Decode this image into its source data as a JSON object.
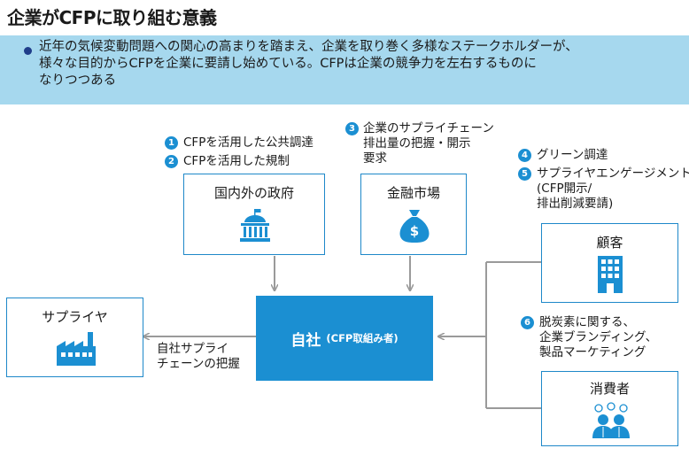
{
  "title": "企業がCFPに取り組む意義",
  "banner": {
    "line1": "近年の気候変動問題への関心の高まりを踏まえ、企業を取り巻く多様なステークホルダーが、",
    "line2": "様々な目的からCFPを企業に要請し始めている。CFPは企業の競争力を左右するものに",
    "line3": "なりつつある"
  },
  "notes": {
    "n1": {
      "num": "1",
      "text": "CFPを活用した公共調達"
    },
    "n2": {
      "num": "2",
      "text": "CFPを活用した規制"
    },
    "n3": {
      "num": "3",
      "line1": "企業のサプライチェーン",
      "line2": "排出量の把握・開示",
      "line3": "要求"
    },
    "n4": {
      "num": "4",
      "text": "グリーン調達"
    },
    "n5": {
      "num": "5",
      "line1": "サプライヤエンゲージメント",
      "line2": "(CFP開示/",
      "line3": "排出削減要請)"
    },
    "n6": {
      "num": "6",
      "line1": "脱炭素に関する、",
      "line2": "企業ブランディング、",
      "line3": "製品マーケティング"
    }
  },
  "boxes": {
    "government": "国内外の政府",
    "finance": "金融市場",
    "customer": "顧客",
    "consumer": "消費者",
    "supplier": "サプライヤ",
    "self_main": "自社",
    "self_sub": "(CFP取組み者)"
  },
  "supply_label": {
    "line1": "自社サプライ",
    "line2": "チェーンの把握"
  },
  "icons": [
    "government-building-icon",
    "money-bag-icon",
    "office-building-icon",
    "people-group-icon",
    "factory-icon"
  ],
  "colors": {
    "accent": "#1b8fd2",
    "banner": "#a6d8ee",
    "arrow": "#9a9a9a"
  }
}
